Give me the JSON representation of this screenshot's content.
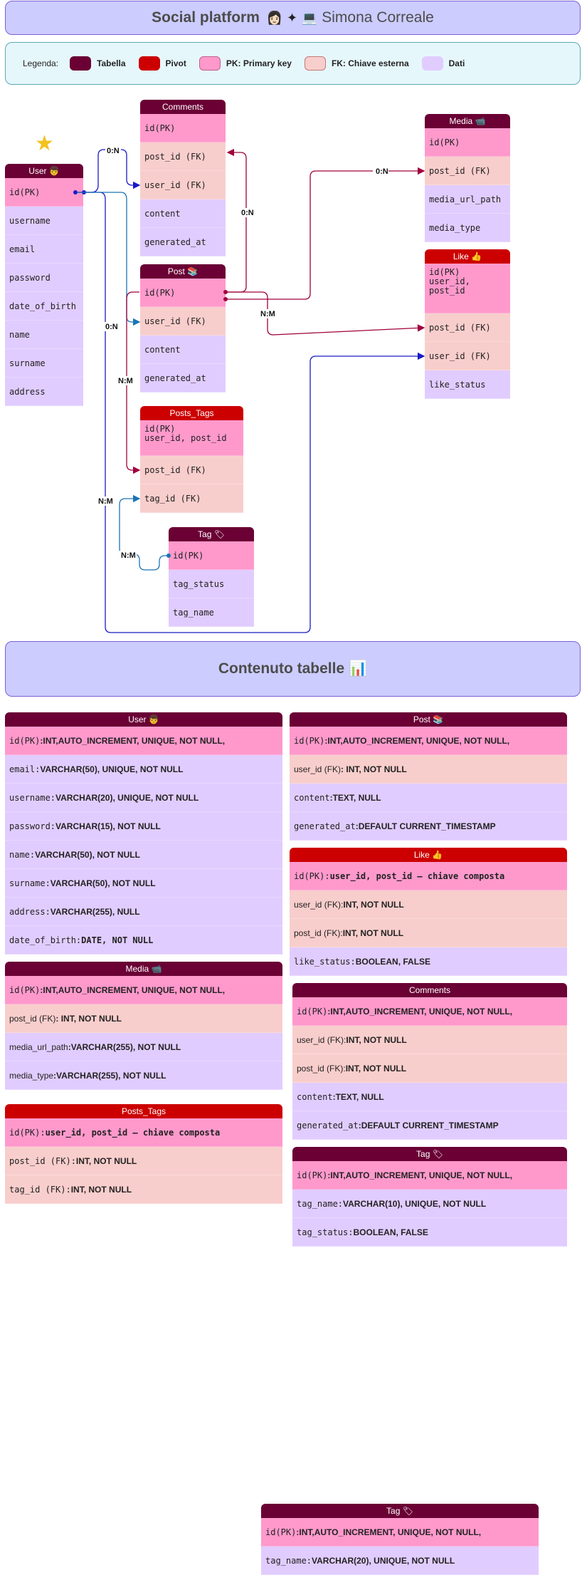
{
  "header": {
    "title": "Social platform",
    "emoji": "👩🏻 ✦ 💻",
    "author": "Simona Correale"
  },
  "legend": {
    "label": "Legenda:",
    "items": [
      {
        "text": "Tabella",
        "color": "#6a0034"
      },
      {
        "text": "Pivot",
        "color": "#cc0000"
      },
      {
        "text": "PK: Primary key",
        "color": "#ff99cc"
      },
      {
        "text": "FK: Chiave esterna",
        "color": "#f8cecc"
      },
      {
        "text": "Dati",
        "color": "#e1ccff"
      }
    ]
  },
  "star_icon": "★",
  "er": {
    "user": {
      "title": "User 👦",
      "rows": [
        "id(PK)",
        "username",
        "email",
        "password",
        "date_of_birth",
        "name",
        "surname",
        "address"
      ]
    },
    "comments": {
      "title": "Comments",
      "rows": [
        "id(PK)",
        "post_id (FK)",
        "user_id (FK)",
        "content",
        "generated_at"
      ]
    },
    "post": {
      "title": "Post 📚",
      "rows": [
        "id(PK)",
        "user_id (FK)",
        "content",
        "generated_at"
      ]
    },
    "posts_tags": {
      "title": "Posts_Tags",
      "rows": [
        "id(PK)\nuser_id, post_id",
        "post_id  (FK)",
        "tag_id  (FK)"
      ]
    },
    "tag": {
      "title": "Tag 🏷",
      "rows": [
        "id(PK)",
        "tag_status",
        "tag_name"
      ]
    },
    "media": {
      "title": "Media 📹",
      "rows": [
        "id(PK)",
        "post_id (FK)",
        "media_url_path",
        "media_type"
      ]
    },
    "like": {
      "title": "Like 👍",
      "rows": [
        "id(PK)\nuser_id,\npost_id",
        "post_id (FK)",
        "user_id (FK)",
        "like_status"
      ]
    }
  },
  "connector_labels": [
    "0:N",
    "0:N",
    "0:N",
    "0:N",
    "N:M",
    "N:M",
    "N:M",
    "N:M"
  ],
  "contents_section": {
    "title": "Contenuto tabelle 📊"
  },
  "detail": {
    "user": {
      "title": "User 👦",
      "rows": [
        {
          "name": "id(PK)",
          "type": ":INT,AUTO_INCREMENT, UNIQUE, NOT NULL,"
        },
        {
          "name": "email: ",
          "type": " VARCHAR(50), UNIQUE, NOT NULL"
        },
        {
          "name": "username: ",
          "type": " VARCHAR(20), UNIQUE, NOT NULL"
        },
        {
          "name": "password: ",
          "type": " VARCHAR(15), NOT NULL"
        },
        {
          "name": "name: ",
          "type": " VARCHAR(50), NOT NULL"
        },
        {
          "name": "surname: ",
          "type": " VARCHAR(50), NOT NULL"
        },
        {
          "name": "address: ",
          "type": " VARCHAR(255), NULL"
        },
        {
          "name": "date_of_birth: ",
          "type": "DATE, NOT NULL"
        }
      ]
    },
    "post": {
      "title": "Post 📚",
      "rows": [
        {
          "name": "id(PK)",
          "type": ":INT,AUTO_INCREMENT, UNIQUE, NOT NULL,"
        },
        {
          "name": "user_id (FK)",
          "type": ": INT, NOT NULL"
        },
        {
          "name": "content",
          "type": ":TEXT, NULL"
        },
        {
          "name": "generated_at",
          "type": ":DEFAULT CURRENT_TIMESTAMP"
        }
      ]
    },
    "like": {
      "title": "Like 👍",
      "rows": [
        {
          "name": "id(PK): ",
          "type": "user_id, post_id – chiave composta"
        },
        {
          "name": "user_id (FK): ",
          "type": "INT, NOT NULL"
        },
        {
          "name": "post_id (FK): ",
          "type": "INT, NOT NULL"
        },
        {
          "name": "like_status: ",
          "type": "BOOLEAN, FALSE"
        }
      ]
    },
    "media": {
      "title": "Media 📹",
      "rows": [
        {
          "name": "id(PK)",
          "type": ":INT,AUTO_INCREMENT, UNIQUE, NOT NULL,"
        },
        {
          "name": "post_id (FK)",
          "type": ": INT, NOT NULL"
        },
        {
          "name": "media_url_path",
          "type": ":VARCHAR(255), NOT NULL"
        },
        {
          "name": "media_type",
          "type": ":VARCHAR(255), NOT NULL"
        }
      ]
    },
    "comments": {
      "title": "Comments",
      "rows": [
        {
          "name": "id(PK)",
          "type": ":INT,AUTO_INCREMENT, UNIQUE, NOT NULL,"
        },
        {
          "name": "user_id (FK): ",
          "type": "INT, NOT NULL"
        },
        {
          "name": "post_id (FK): ",
          "type": "INT, NOT NULL"
        },
        {
          "name": "content",
          "type": ":TEXT, NULL"
        },
        {
          "name": "generated_at",
          "type": ":DEFAULT CURRENT_TIMESTAMP"
        }
      ]
    },
    "posts_tags": {
      "title": "Posts_Tags",
      "rows": [
        {
          "name": "id(PK): ",
          "type": "user_id, post_id – chiave composta"
        },
        {
          "name": "post_id  (FK): ",
          "type": "INT, NOT NULL"
        },
        {
          "name": "tag_id  (FK): ",
          "type": "INT, NOT NULL"
        }
      ]
    },
    "tag": {
      "title": "Tag 🏷",
      "rows": [
        {
          "name": "id(PK)",
          "type": ":INT,AUTO_INCREMENT, UNIQUE, NOT NULL,"
        },
        {
          "name": "tag_name: ",
          "type": " VARCHAR(10), UNIQUE, NOT NULL"
        },
        {
          "name": "tag_status: ",
          "type": " BOOLEAN, FALSE"
        }
      ]
    },
    "tag2": {
      "title": "Tag 🏷",
      "rows": [
        {
          "name": "id(PK)",
          "type": ":INT,AUTO_INCREMENT, UNIQUE, NOT NULL,"
        },
        {
          "name": "tag_name:",
          "type": "VARCHAR(20), UNIQUE, NOT NULL"
        }
      ]
    }
  }
}
